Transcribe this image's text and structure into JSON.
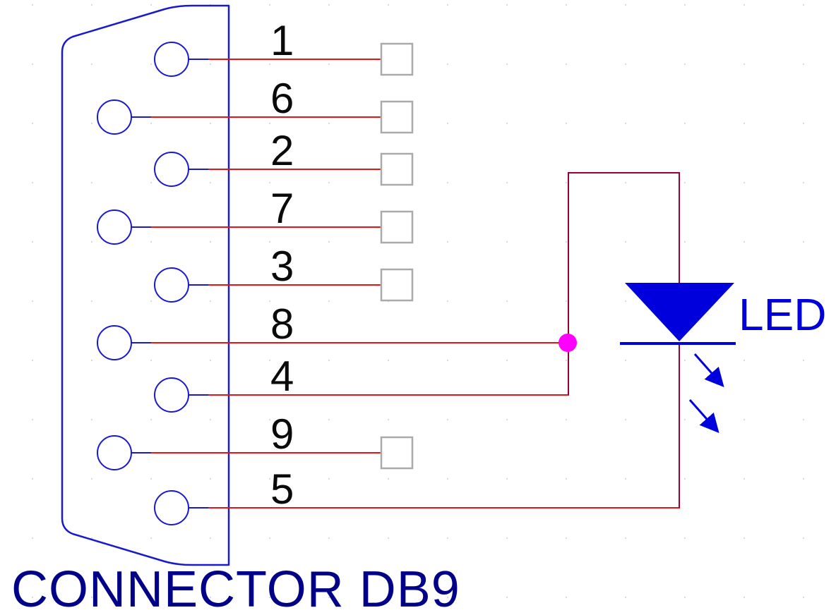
{
  "diagram": {
    "type": "circuit-schematic",
    "connector": {
      "label": "CONNECTOR DB9",
      "pins": [
        {
          "number": "1",
          "terminal_pad": true
        },
        {
          "number": "6",
          "terminal_pad": true
        },
        {
          "number": "2",
          "terminal_pad": true
        },
        {
          "number": "7",
          "terminal_pad": true
        },
        {
          "number": "3",
          "terminal_pad": true
        },
        {
          "number": "8",
          "terminal_pad": false,
          "net": "led-anode-junction"
        },
        {
          "number": "4",
          "terminal_pad": false,
          "net": "led-anode"
        },
        {
          "number": "9",
          "terminal_pad": true
        },
        {
          "number": "5",
          "terminal_pad": false,
          "net": "led-cathode-return"
        }
      ]
    },
    "led": {
      "label": "LED"
    }
  },
  "colors": {
    "connector_blue": "#1a1acd",
    "wire_red": "#ee1111",
    "wire_maroon": "#990033",
    "junction_magenta": "#ff00ff",
    "led_blue": "#0000dd",
    "pad_gray": "#aaaaaa",
    "title_navy": "#000089",
    "number_black": "#0a0a0a",
    "grid_dot": "#d9d9d9"
  }
}
